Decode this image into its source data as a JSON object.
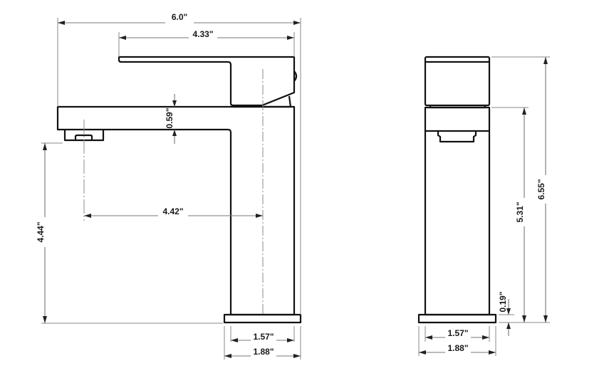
{
  "drawing": {
    "views": [
      "side-view",
      "front-view"
    ],
    "units": "inches",
    "background": "#ffffff",
    "line_color": "#111111",
    "dimension_color": "#777777"
  },
  "side_view": {
    "overall_width": "6.0\"",
    "handle_length": "4.33\"",
    "spout_thickness": "0.59\"",
    "spout_reach": "4.42\"",
    "spout_clearance": "4.44\"",
    "body_width": "1.57\"",
    "base_width": "1.88\""
  },
  "front_view": {
    "overall_height": "6.55\"",
    "body_height": "5.31\"",
    "base_thickness": "0.19\"",
    "body_width": "1.57\"",
    "base_width": "1.88\""
  }
}
